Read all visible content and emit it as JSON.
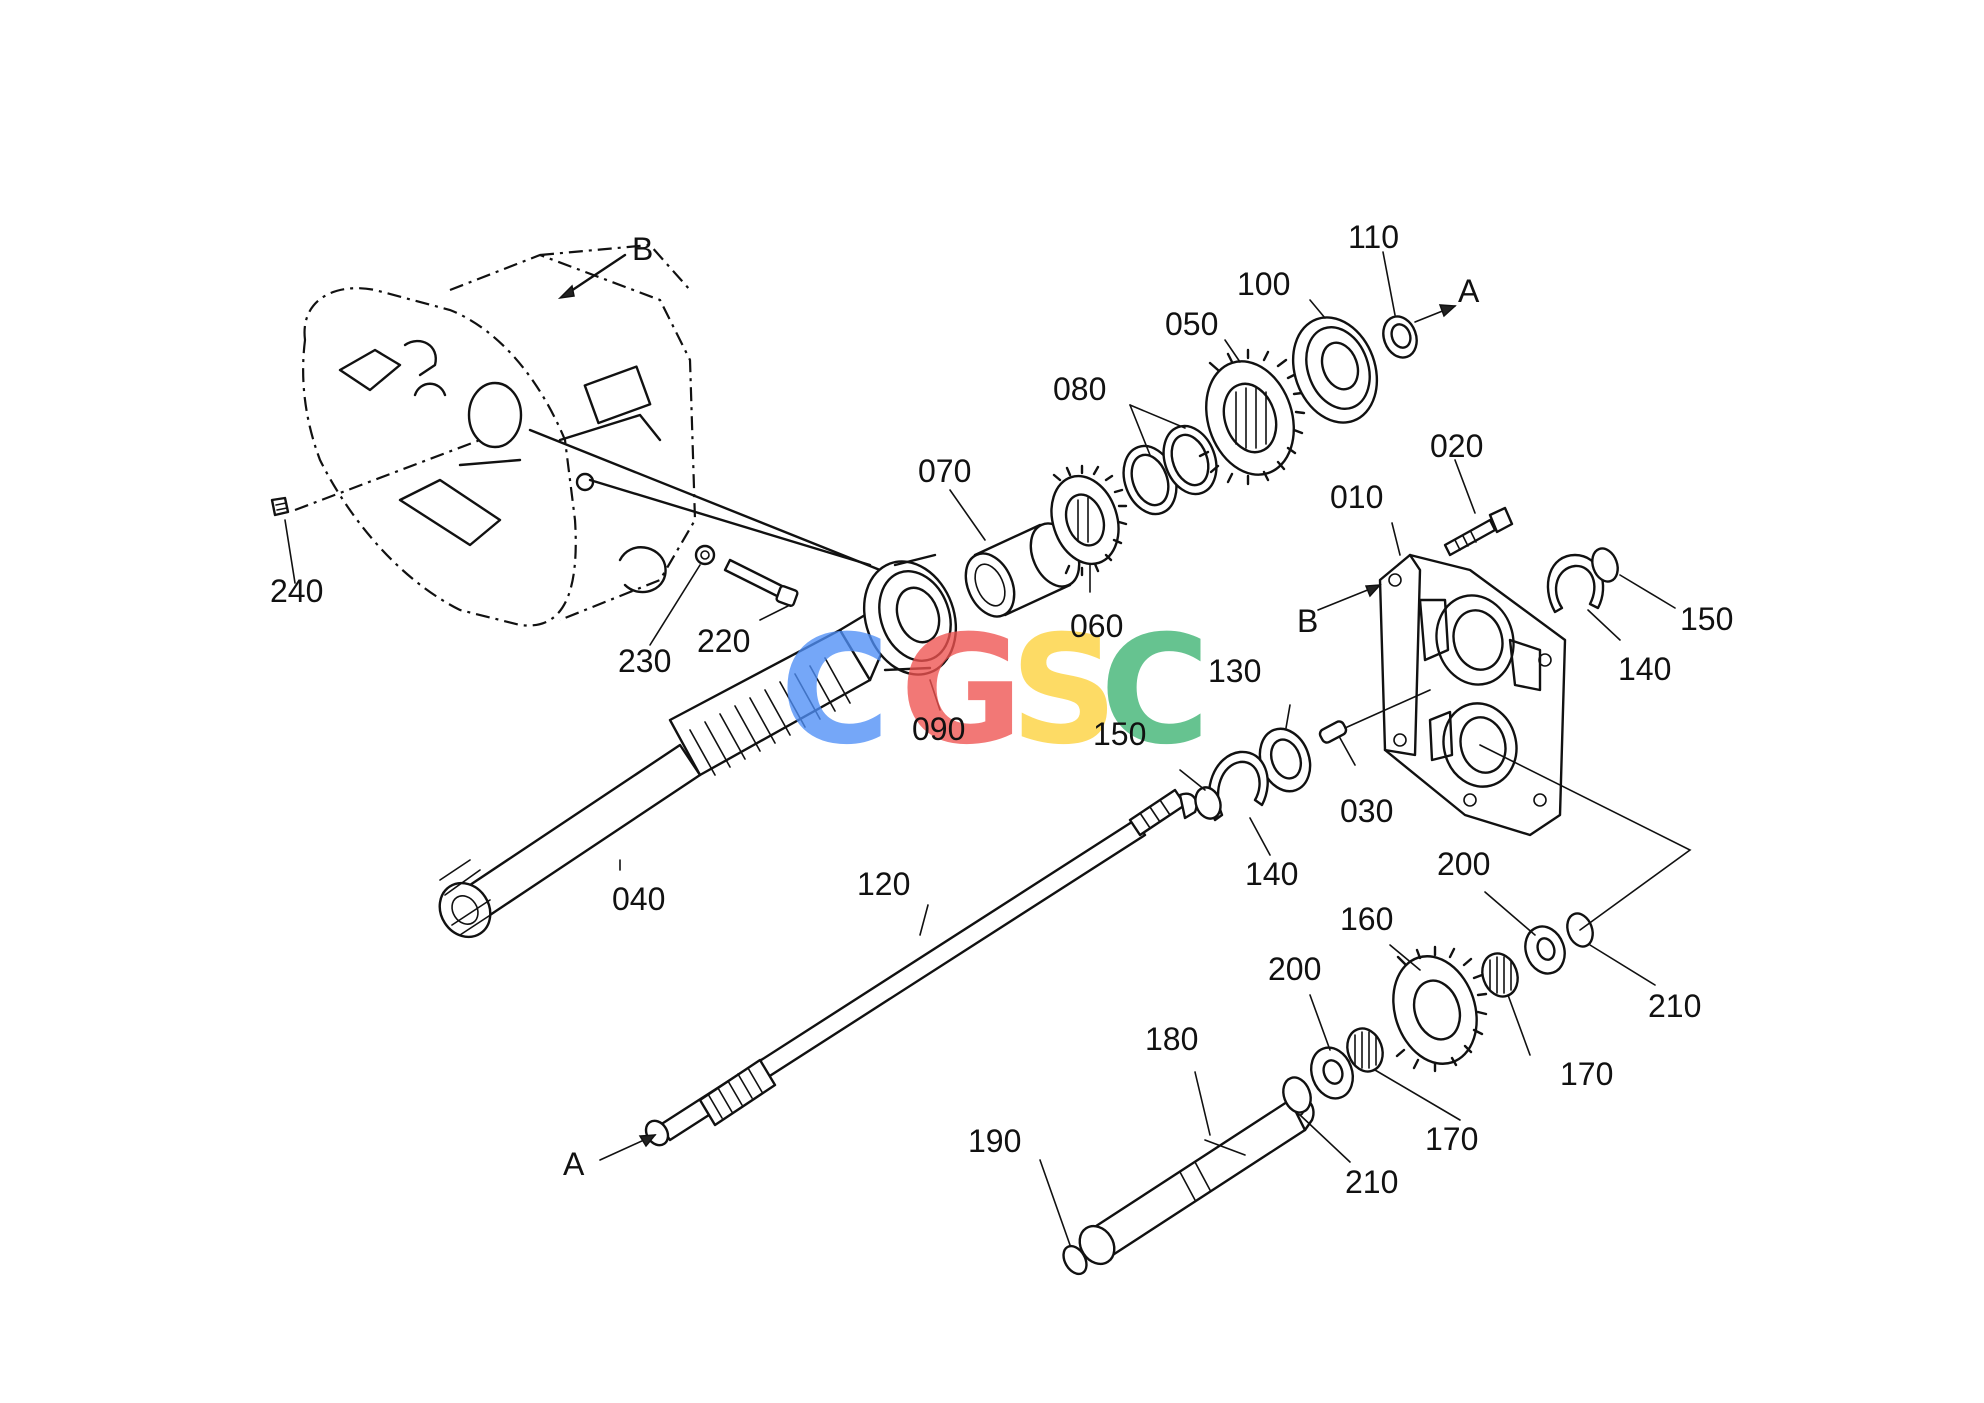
{
  "diagram": {
    "callouts": {
      "c010": "010",
      "c020": "020",
      "c030": "030",
      "c040": "040",
      "c050": "050",
      "c060": "060",
      "c070": "070",
      "c080": "080",
      "c090": "090",
      "c100": "100",
      "c110": "110",
      "c120": "120",
      "c130": "130",
      "c140a": "140",
      "c140b": "140",
      "c150a": "150",
      "c150b": "150",
      "c160": "160",
      "c170a": "170",
      "c170b": "170",
      "c180": "180",
      "c190": "190",
      "c200a": "200",
      "c200b": "200",
      "c210a": "210",
      "c210b": "210",
      "c220": "220",
      "c230": "230",
      "c240": "240"
    },
    "references": {
      "a_top": "A",
      "a_bottom": "A",
      "b_housing": "B",
      "b_plate": "B"
    }
  },
  "watermark": {
    "letters": [
      "C",
      "G",
      "S",
      "C"
    ],
    "colors": [
      "#4f8ff7",
      "#ef5350",
      "#fdd23a",
      "#3cb371"
    ]
  }
}
